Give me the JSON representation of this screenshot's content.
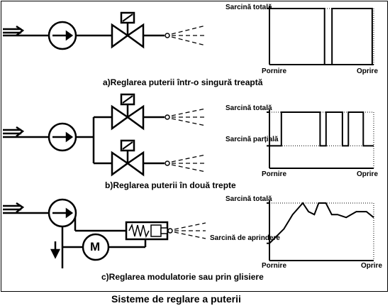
{
  "title": "Sisteme de reglare a puterii",
  "panels": [
    {
      "caption": "a)Reglarea puterii într-o singură treaptă",
      "y_labels": [
        "Sarcină totală"
      ],
      "x_labels": [
        "Pornire",
        "Oprire"
      ]
    },
    {
      "caption": "b)Reglarea puterii în două trepte",
      "y_labels": [
        "Sarcină totală",
        "Sarcină parțială"
      ],
      "x_labels": [
        "Pornire",
        "Oprire"
      ]
    },
    {
      "caption": "c)Reglarea modulatorie sau prin glisiere",
      "y_labels": [
        "Sarcină totală",
        "Sarcină de aprindere"
      ],
      "x_labels": [
        "Pornire",
        "Oprire"
      ],
      "motor_label": "M"
    }
  ],
  "colors": {
    "line": "#000000",
    "background": "#ffffff"
  },
  "icons": [
    "pump-icon",
    "valve-icon",
    "nozzle-spray-icon",
    "motor-icon",
    "arrow-icon"
  ],
  "chart_data": [
    {
      "type": "line",
      "title": "",
      "x": [
        0,
        0,
        3.7,
        3.7,
        4.2,
        4.2,
        6.9,
        6.9
      ],
      "y": [
        0,
        1,
        1,
        0,
        0,
        1,
        1,
        0
      ],
      "xlim": [
        0,
        7
      ],
      "ylim": [
        0,
        1
      ],
      "x_tick_labels": [
        "Pornire",
        "Oprire"
      ],
      "y_tick_labels": [
        "Sarcină totală"
      ]
    },
    {
      "type": "line",
      "title": "",
      "x": [
        0,
        0.8,
        0.8,
        3.4,
        3.4,
        3.8,
        3.8,
        4.9,
        4.9,
        5.3,
        5.3,
        6.3,
        6.3,
        7
      ],
      "y": [
        0.4,
        0.4,
        1,
        1,
        0.4,
        0.4,
        1,
        1,
        0.4,
        0.4,
        1,
        1,
        0.4,
        0.4
      ],
      "xlim": [
        0,
        7
      ],
      "ylim": [
        0,
        1
      ],
      "x_tick_labels": [
        "Pornire",
        "Oprire"
      ],
      "y_tick_labels": [
        "Sarcină totală",
        "Sarcină parțială"
      ]
    },
    {
      "type": "line",
      "title": "",
      "x": [
        0,
        1,
        1.6,
        2.3,
        2.7,
        3.1,
        3.4,
        3.9,
        4.3,
        4.7,
        5.3,
        6,
        6.7,
        7.2
      ],
      "y": [
        0.3,
        0.55,
        0.8,
        1,
        0.85,
        0.8,
        1,
        1,
        0.8,
        0.8,
        0.75,
        0.85,
        0.85,
        0.75
      ],
      "xlim": [
        0,
        7.2
      ],
      "ylim": [
        0,
        1
      ],
      "x_tick_labels": [
        "Pornire",
        "Oprire"
      ],
      "y_tick_labels": [
        "Sarcină totală",
        "Sarcină de aprindere"
      ]
    }
  ]
}
